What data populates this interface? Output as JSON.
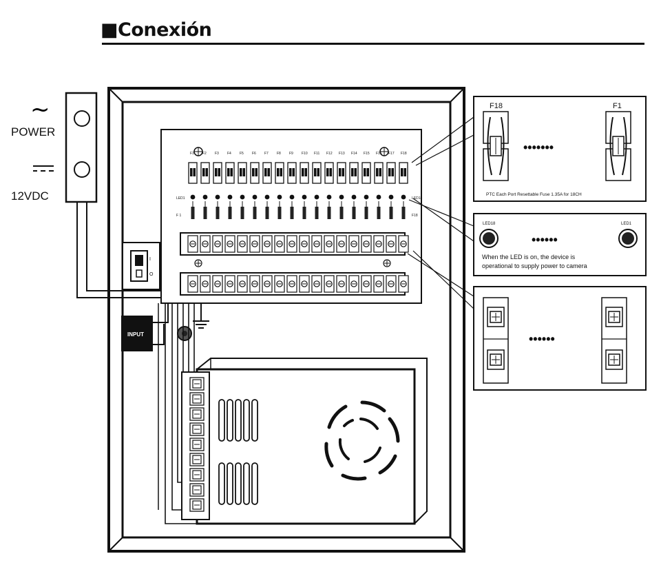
{
  "title": "■Conexión",
  "power_labels": {
    "power": "POWER",
    "voltage": "12VDC"
  },
  "fuse_labels": [
    "F1",
    "F2",
    "F3",
    "F4",
    "F5",
    "F6",
    "F7",
    "F8",
    "F9",
    "F10",
    "F11",
    "F12",
    "F13",
    "F14",
    "F15",
    "F16",
    "F17",
    "F18"
  ],
  "board_labels": {
    "led_left": "LED1",
    "led_right": "LED18",
    "fuse_left": "F 1",
    "fuse_right": "F18"
  },
  "switch_marks": {
    "on": "I",
    "off": "O"
  },
  "input_label": "INPUT",
  "callouts": {
    "fuse": {
      "left_label": "F18",
      "right_label": "F1",
      "dots": "•••••••",
      "caption": "PTC Each Port Resettable Fuse 1.35A for 18CH"
    },
    "led": {
      "left_label": "LED18",
      "right_label": "LED1",
      "dots": "••••••",
      "caption_line1": "When the LED is on, the device is",
      "caption_line2": "operational to supply power to camera"
    },
    "terminal": {
      "dots": "••••••"
    }
  }
}
